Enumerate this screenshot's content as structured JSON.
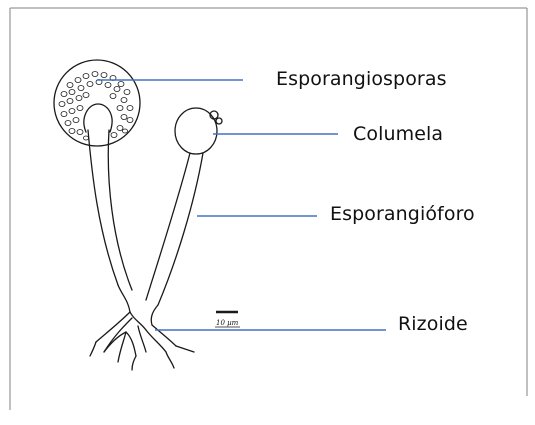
{
  "labels": {
    "sporangiospores": "Esporangiosporas",
    "columella": "Columela",
    "sporangiophore": "Esporangióforo",
    "rhizoid": "Rizoide"
  },
  "scale_bar_text": "10 µm",
  "colors": {
    "pointer_lines": "#4472c4",
    "drawing_ink": "#1a1a1a",
    "frame_border": "#808080"
  }
}
